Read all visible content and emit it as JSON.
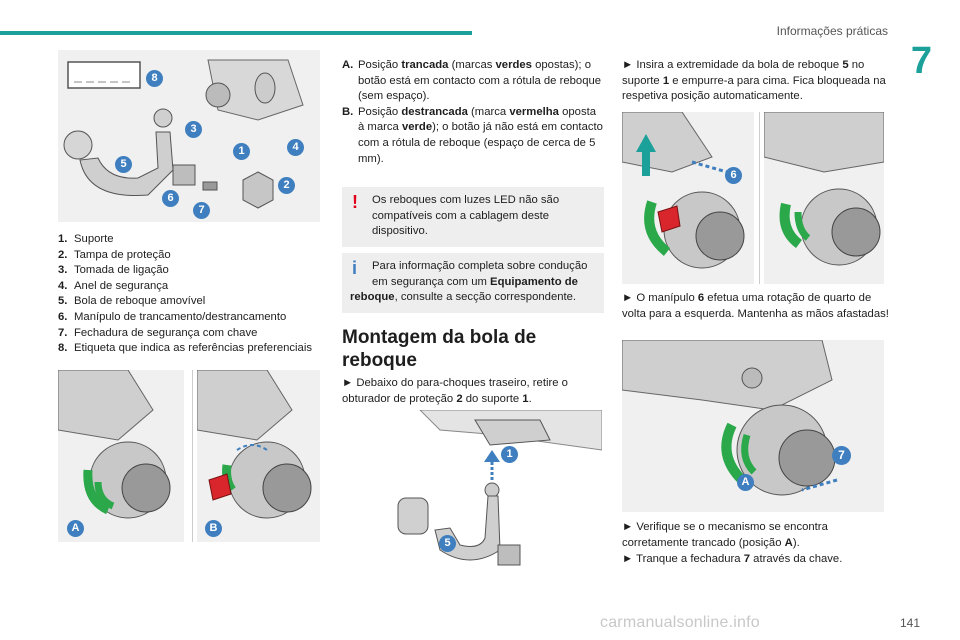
{
  "header": {
    "section_title": "Informações práticas",
    "chapter_number": "7"
  },
  "footer": {
    "page_number": "141",
    "watermark": "carmanualsonline.info"
  },
  "figure1": {
    "callouts": [
      "8",
      "3",
      "1",
      "4",
      "5",
      "2",
      "6",
      "7"
    ]
  },
  "legend": [
    {
      "num": "1.",
      "text": "Suporte"
    },
    {
      "num": "2.",
      "text": "Tampa de proteção"
    },
    {
      "num": "3.",
      "text": "Tomada de ligação"
    },
    {
      "num": "4.",
      "text": "Anel de segurança"
    },
    {
      "num": "5.",
      "text": "Bola de reboque amovível"
    },
    {
      "num": "6.",
      "text": "Manípulo de trancamento/destrancamento"
    },
    {
      "num": "7.",
      "text": "Fechadura de segurança com chave"
    },
    {
      "num": "8.",
      "text": "Etiqueta que indica as referências preferenciais"
    }
  ],
  "figure_ab": {
    "label_a": "A",
    "label_b": "B"
  },
  "positions": {
    "a_label": "A.",
    "a_text_1": "Posição ",
    "a_bold_1": "trancada",
    "a_text_2": " (marcas ",
    "a_bold_2": "verdes",
    "a_text_3": " opostas); o botão está em contacto com a rótula de reboque (sem espaço).",
    "b_label": "B.",
    "b_text_1": "Posição ",
    "b_bold_1": "destrancada",
    "b_text_2": " (marca ",
    "b_bold_2": "vermelha",
    "b_text_3": " oposta à marca ",
    "b_bold_3": "verde",
    "b_text_4": "); o botão já não está em contacto com a rótula de reboque (espaço de cerca de 5 mm)."
  },
  "warning_note": {
    "icon": "!",
    "line1": "Os reboques com luzes LED não são",
    "rest": "compatíveis com a cablagem deste dispositivo.",
    "color": "#e2001a"
  },
  "info_note": {
    "icon": "i",
    "line1": "Para informação completa sobre condução",
    "text_1": "em segurança com um ",
    "bold_1": "Equipamento de reboque",
    "text_2": ", consulte a secção correspondente.",
    "color": "#3f7fbf"
  },
  "heading": "Montagem da bola de reboque",
  "step1": {
    "arrow": "►",
    "text_1": " Debaixo do para-choques traseiro, retire o obturador de proteção ",
    "bold_1": "2",
    "text_2": " do suporte ",
    "bold_2": "1",
    "text_3": "."
  },
  "figure_mount": {
    "callout_1": "1",
    "callout_5": "5"
  },
  "step2": {
    "arrow": "►",
    "text_1": " Insira a extremidade da bola de reboque ",
    "bold_1": "5",
    "text_2": " no suporte ",
    "bold_2": "1",
    "text_3": " e empurre-a para cima. Fica bloqueada na respetiva posição automaticamente."
  },
  "figure_insert": {
    "callout": "6"
  },
  "step3": {
    "arrow": "►",
    "text_1": " O manípulo ",
    "bold_1": "6",
    "text_2": " efetua uma rotação de quarto de volta para a esquerda. Mantenha as mãos afastadas!"
  },
  "figure_lock": {
    "callout_7": "7",
    "callout_a": "A"
  },
  "step4": {
    "arrow": "►",
    "text": " Verifique se o mecanismo se encontra corretamente trancado (posição ",
    "bold": "A",
    "text_end": ")."
  },
  "step5": {
    "arrow": "►",
    "text_1": " Tranque a fechadura ",
    "bold_1": "7",
    "text_2": " através da chave."
  },
  "colors": {
    "accent": "#1ba19a",
    "callout": "#3f7fbf",
    "green_mark": "#2aa84a",
    "red_mark": "#d9262c"
  }
}
